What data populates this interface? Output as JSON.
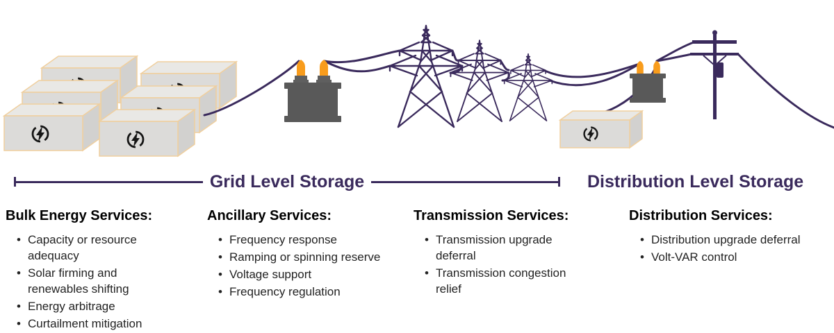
{
  "diagram": {
    "grid_label": "Grid Level Storage",
    "distribution_label": "Distribution Level Storage",
    "scene_elements": [
      "grid-battery-storage-stack",
      "step-up-transformer",
      "transmission-towers",
      "distribution-transformer",
      "distribution-battery-unit",
      "utility-pole",
      "power-lines"
    ]
  },
  "columns": [
    {
      "heading": "Bulk Energy Services:",
      "items": [
        "Capacity or resource\nadequacy",
        "Solar firming and\nrenewables shifting",
        "Energy arbitrage",
        "Curtailment mitigation"
      ]
    },
    {
      "heading": "Ancillary Services:",
      "items": [
        "Frequency response",
        "Ramping or spinning reserve",
        "Voltage support",
        "Frequency regulation"
      ]
    },
    {
      "heading": "Transmission Services:",
      "items": [
        "Transmission upgrade\ndeferral",
        "Transmission congestion\nrelief"
      ]
    },
    {
      "heading": "Distribution Services:",
      "items": [
        "Distribution upgrade deferral",
        "Volt-VAR control"
      ]
    }
  ],
  "icons": {
    "storage_unit_icon": "lightning-bolt-in-circle"
  },
  "colors": {
    "accent_purple": "#3a2a5c",
    "transformer_gray": "#595959",
    "bushing_orange": "#f89c1c",
    "storage_box_fill": "#dcdbd9",
    "storage_box_outline": "#f0cf9e",
    "text_black": "#000000",
    "bullet_text": "#222222"
  }
}
